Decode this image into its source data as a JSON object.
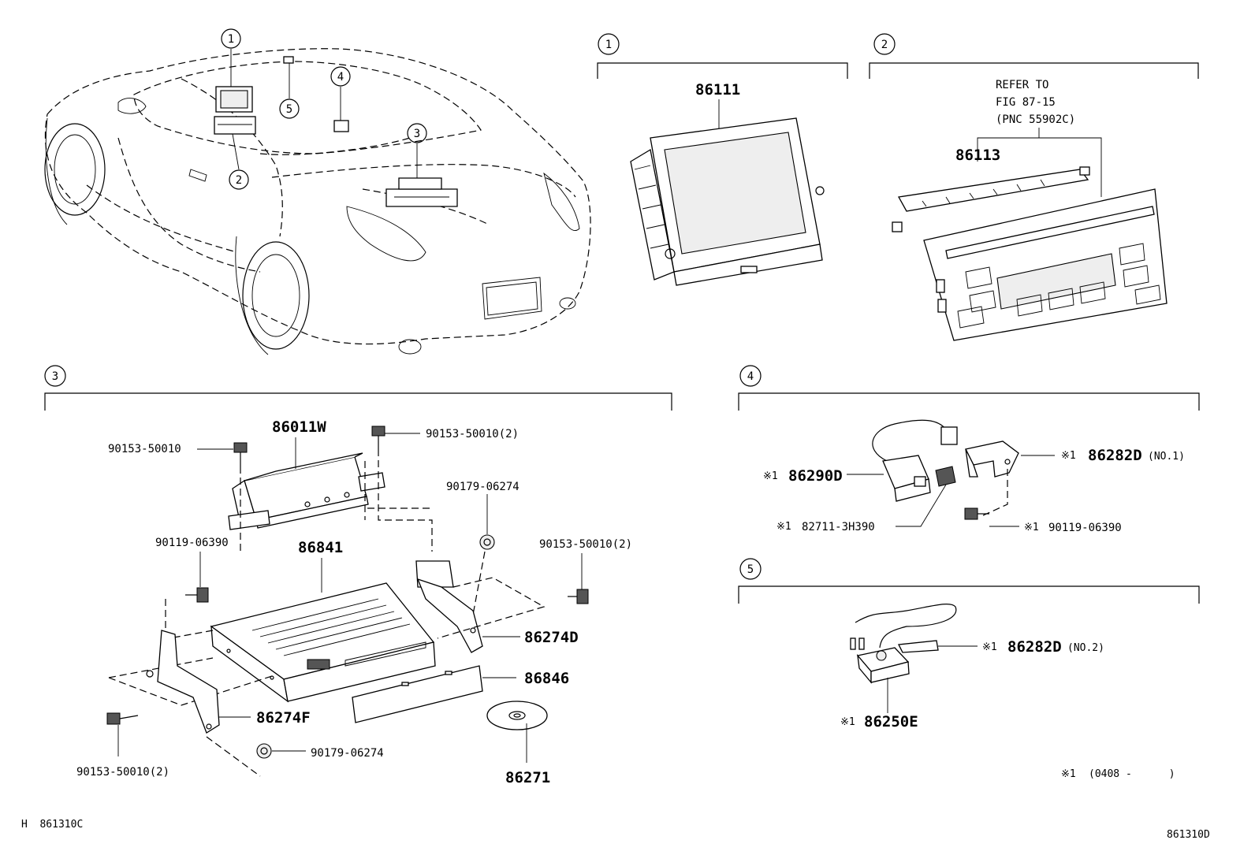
{
  "sections": [
    {
      "id": "1",
      "parts": [
        {
          "pn": "86111"
        }
      ]
    },
    {
      "id": "2",
      "refer": [
        "REFER TO",
        "FIG 87-15",
        "(PNC 55902C)"
      ],
      "parts": [
        {
          "pn": "86113"
        }
      ]
    },
    {
      "id": "3",
      "parts": [
        {
          "pn": "86011W"
        },
        {
          "pn": "86841"
        },
        {
          "pn": "86274D"
        },
        {
          "pn": "86846"
        },
        {
          "pn": "86274F"
        },
        {
          "pn": "86271"
        },
        {
          "pn": "90153-50010"
        },
        {
          "pn": "90153-50010(2)"
        },
        {
          "pn": "90179-06274"
        },
        {
          "pn": "90119-06390"
        },
        {
          "pn": "90153-50010(2)"
        },
        {
          "pn": "90153-50010(2)"
        },
        {
          "pn": "90179-06274"
        }
      ]
    },
    {
      "id": "4",
      "parts": [
        {
          "mark": "※1",
          "pn": "86290D"
        },
        {
          "mark": "※1",
          "pn": "86282D",
          "suffix": "(NO.1)"
        },
        {
          "mark": "※1",
          "pn": "82711-3H390"
        },
        {
          "mark": "※1",
          "pn": "90119-06390"
        }
      ]
    },
    {
      "id": "5",
      "parts": [
        {
          "mark": "※1",
          "pn": "86282D",
          "suffix": "(NO.2)"
        },
        {
          "mark": "※1",
          "pn": "86250E"
        }
      ]
    }
  ],
  "car_callouts": [
    "1",
    "2",
    "3",
    "4",
    "5"
  ],
  "footnote": {
    "mark": "※1",
    "text": "(0408 -      )"
  },
  "footer": {
    "left": "H  861310C",
    "right": "861310D"
  }
}
